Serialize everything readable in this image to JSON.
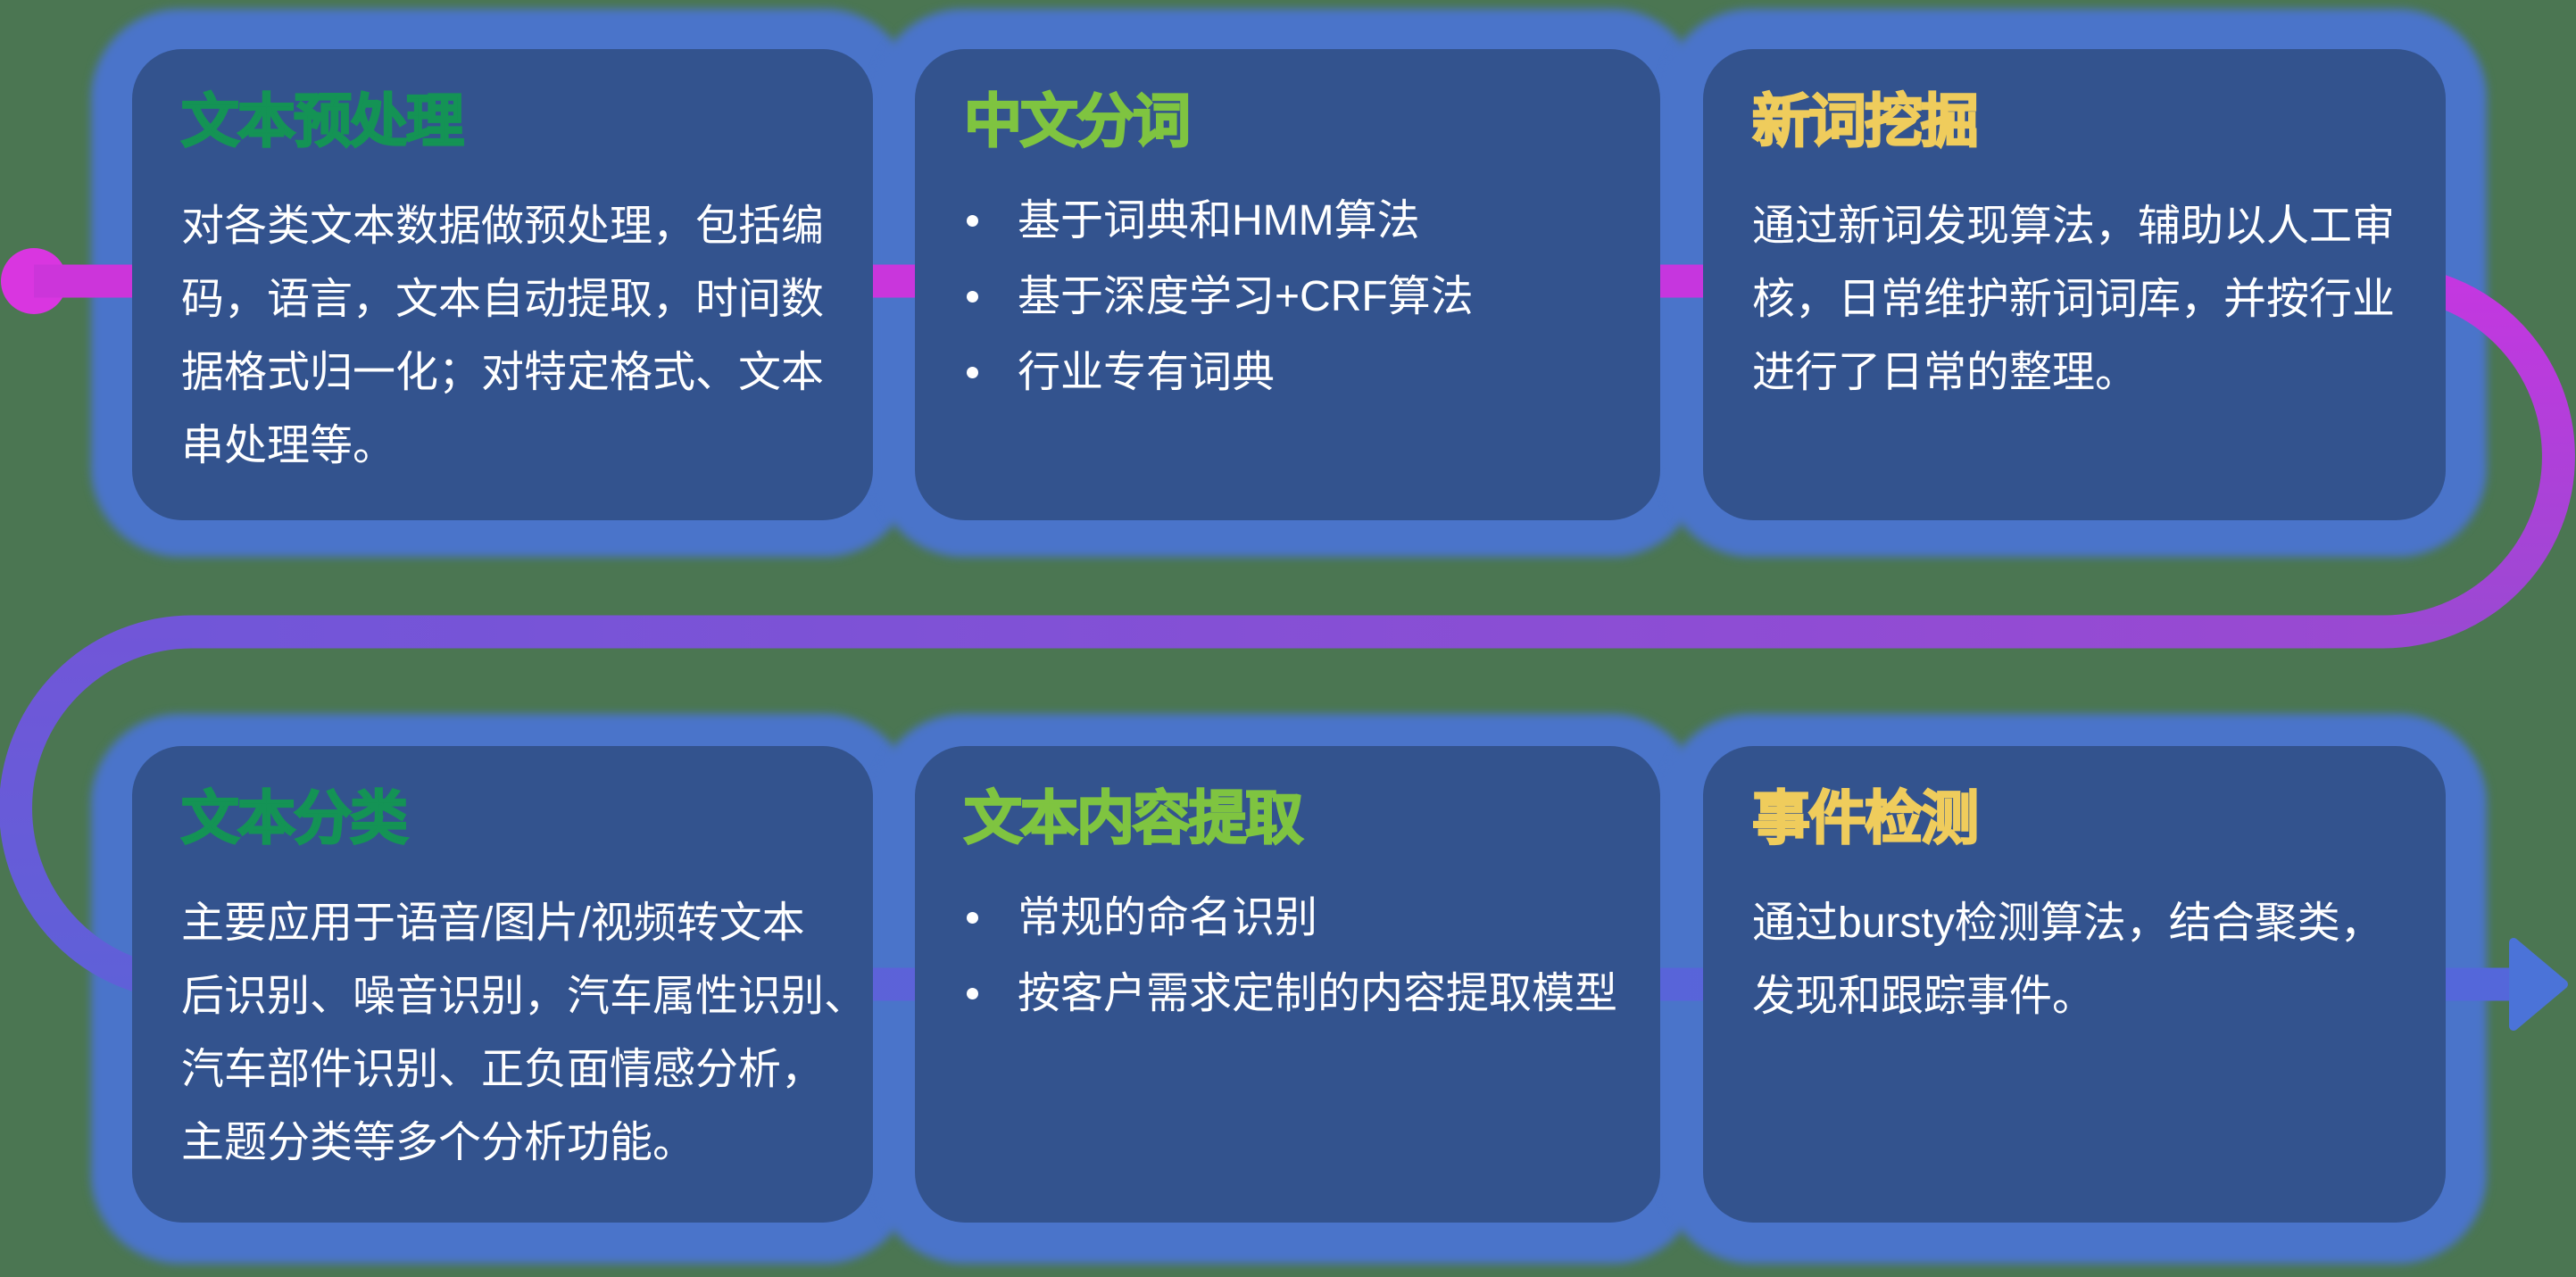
{
  "background_color": "#4b7652",
  "card_style": {
    "fill_color": "#33538e",
    "glow_color": "#4a74ca",
    "body_text_color": "#ffffff"
  },
  "connector": {
    "start_dot_color": "#d936e0",
    "row1_color_start": "#cc35da",
    "row1_color_end": "#c437e0",
    "mid_color": "#9a49d2",
    "between_rows_left_color": "#7156d8",
    "row2_color_start": "#5f60d8",
    "row2_color_end": "#5467da",
    "arrow_color": "#4b73d8"
  },
  "cards": [
    {
      "title": "文本预处理",
      "title_color": "#149355",
      "lines": [
        "对各类文本数据做预处理，包括编",
        "码，语言，文本自动提取，时间数",
        "据格式归一化；对特定格式、文本",
        "串处理等。"
      ]
    },
    {
      "title": "中文分词",
      "title_color": "#7fc440",
      "lines": [
        "基于词典和HMM算法",
        "基于深度学习+CRF算法",
        "行业专有词典"
      ]
    },
    {
      "title": "新词挖掘",
      "title_color": "#efcc5c",
      "lines": [
        "通过新词发现算法，辅助以人工审",
        "核，日常维护新词词库，并按行业",
        "进行了日常的整理。"
      ]
    },
    {
      "title": "文本分类",
      "title_color": "#149355",
      "lines": [
        "主要应用于语音/图片/视频转文本",
        "后识别、噪音识别，汽车属性识别、",
        "汽车部件识别、正负面情感分析，",
        "主题分类等多个分析功能。"
      ]
    },
    {
      "title": "文本内容提取",
      "title_color": "#7fc440",
      "lines": [
        "常规的命名识别",
        "按客户需求定制的内容提取模型"
      ]
    },
    {
      "title": "事件检测",
      "title_color": "#efcc5c",
      "lines": [
        "通过bursty检测算法，结合聚类，",
        "发现和跟踪事件。"
      ]
    }
  ]
}
